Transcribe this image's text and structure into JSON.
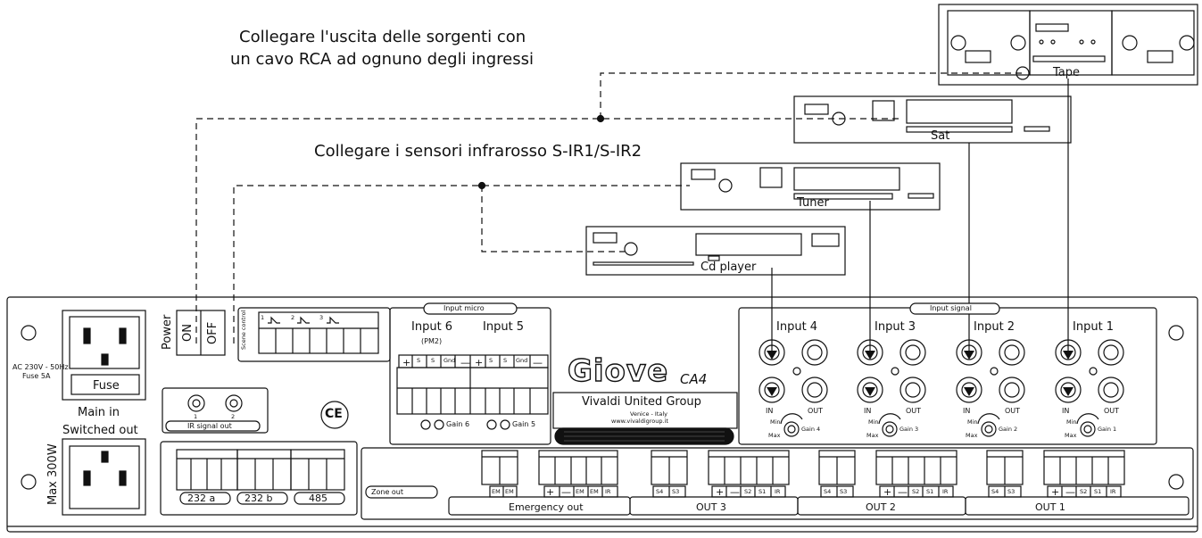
{
  "annotations": {
    "rca_line1": "Collegare l'uscita delle sorgenti con",
    "rca_line2": "un cavo RCA ad ognuno degli ingressi",
    "ir_note": "Collegare i sensori infrarosso S-IR1/S-IR2"
  },
  "devices": {
    "tape": "Tape",
    "sat": "Sat",
    "tuner": "Tuner",
    "cd": "Cd player"
  },
  "panel": {
    "ac_spec": "AC 230V - 50Hz",
    "fuse_spec": "Fuse 5A",
    "fuse": "Fuse",
    "main_in": "Main in",
    "switched_out": "Switched out",
    "max_power": "Max 300W",
    "power": "Power",
    "on": "ON",
    "off": "OFF",
    "scene_control": "Scene control",
    "scene_numbers": [
      "1",
      "2",
      "3"
    ],
    "ir_signal_out": "IR signal out",
    "ir_numbers": [
      "1",
      "2"
    ],
    "ce": "CE",
    "serial_ports": [
      "232 a",
      "232 b",
      "485"
    ],
    "input_micro": "Input micro",
    "input6": "Input 6",
    "pm2": "(PM2)",
    "input5": "Input 5",
    "mic_pins": [
      "+",
      "S",
      "S",
      "Gnd",
      "—"
    ],
    "gain6": "Gain 6",
    "gain5": "Gain 5",
    "brand_logo": "Giove",
    "model": "CA4",
    "company": "Vivaldi United Group",
    "location": "Venice  -  Italy",
    "website": "www.vivaldigroup.it",
    "input_signal": "Input  signal",
    "signal_inputs": [
      "Input 4",
      "Input 3",
      "Input 2",
      "Input 1"
    ],
    "in": "IN",
    "out": "OUT",
    "min": "Min",
    "max": "Max",
    "gains": [
      "Gain 4",
      "Gain 3",
      "Gain 2",
      "Gain 1"
    ],
    "zone_out": "Zone out",
    "emergency_out": "Emergency out",
    "em_pins": [
      "EM",
      "EM"
    ],
    "em_pins2": [
      "+",
      "—",
      "EM",
      "EM",
      "IR"
    ],
    "out_zones": [
      "OUT 3",
      "OUT 2",
      "OUT 1"
    ],
    "s_pins": [
      "S4",
      "S3"
    ],
    "out_pins": [
      "+",
      "—",
      "S2",
      "S1",
      "IR"
    ]
  }
}
